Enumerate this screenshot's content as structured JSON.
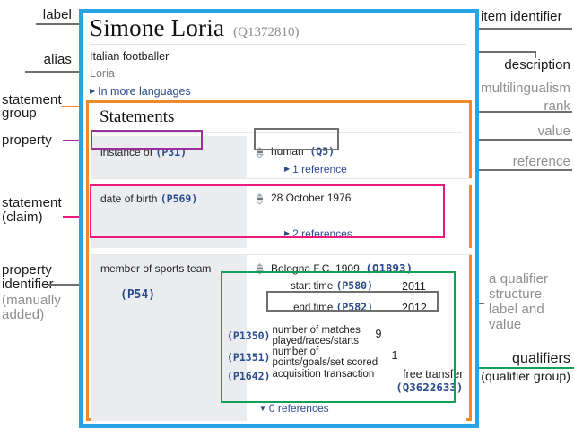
{
  "item": {
    "label": "Simone Loria",
    "item_id": "(Q1372810)",
    "description": "Italian footballer",
    "alias": "Loria",
    "in_more_languages": "In more languages"
  },
  "statements": {
    "heading": "Statements",
    "rows": [
      {
        "property_label": "instance of",
        "property_id": "(P31)",
        "value_label": "human",
        "value_id": "(Q5)",
        "references": "1 reference",
        "rank_icon": "normal-rank-icon"
      },
      {
        "property_label": "date of birth",
        "property_id": "(P569)",
        "value_label": "28 October 1976",
        "value_id": "",
        "references": "2 references",
        "rank_icon": "normal-rank-icon"
      },
      {
        "property_label": "member of sports team",
        "property_id": "(P54)",
        "value_label": "Bologna F.C. 1909",
        "value_id": "(Q1893)",
        "references": "0 references",
        "rank_icon": "normal-rank-icon"
      }
    ],
    "qualifiers": [
      {
        "pid": "(P580)",
        "label": "start time",
        "value": "2011",
        "value_id": "",
        "layout": "label-first"
      },
      {
        "pid": "(P582)",
        "label": "end time",
        "value": "2012",
        "value_id": "",
        "layout": "label-first"
      },
      {
        "pid": "(P1350)",
        "label": "number of matches played/races/starts",
        "value": "9",
        "value_id": "",
        "layout": "pid-first"
      },
      {
        "pid": "(P1351)",
        "label": "number of points/goals/set scored",
        "value": "1",
        "value_id": "",
        "layout": "pid-first"
      },
      {
        "pid": "(P1642)",
        "label": "acquisition transaction",
        "value": "free transfer",
        "value_id": "(Q3622633)",
        "layout": "pid-first"
      }
    ]
  },
  "annotations": {
    "left": [
      {
        "text": "label"
      },
      {
        "text": "alias"
      },
      {
        "text": "statement"
      },
      {
        "text": "group"
      },
      {
        "text": "property"
      },
      {
        "text": "statement"
      },
      {
        "text": "(claim)"
      },
      {
        "text": "property"
      },
      {
        "text": "identifier"
      },
      {
        "text": "(manually"
      },
      {
        "text": "added)"
      }
    ],
    "right": [
      {
        "text": "item identifier"
      },
      {
        "text": "description"
      },
      {
        "text": "multilingualism"
      },
      {
        "text": "rank"
      },
      {
        "text": "value"
      },
      {
        "text": "reference"
      },
      {
        "text": "a qualifier"
      },
      {
        "text": "structure,"
      },
      {
        "text": "label and"
      },
      {
        "text": "value"
      },
      {
        "text": "qualifiers"
      },
      {
        "text": "(qualifier group)"
      }
    ]
  },
  "colors": {
    "item_box": "#29a3e3",
    "statement_group": "#ef8b26",
    "property": "#9c2fa0",
    "statement": "#ea1a7f",
    "qualifier": "#12a154",
    "leader": "#6f6f6f",
    "link": "#2a4b8d",
    "muted_text": "#8e8e8e"
  }
}
